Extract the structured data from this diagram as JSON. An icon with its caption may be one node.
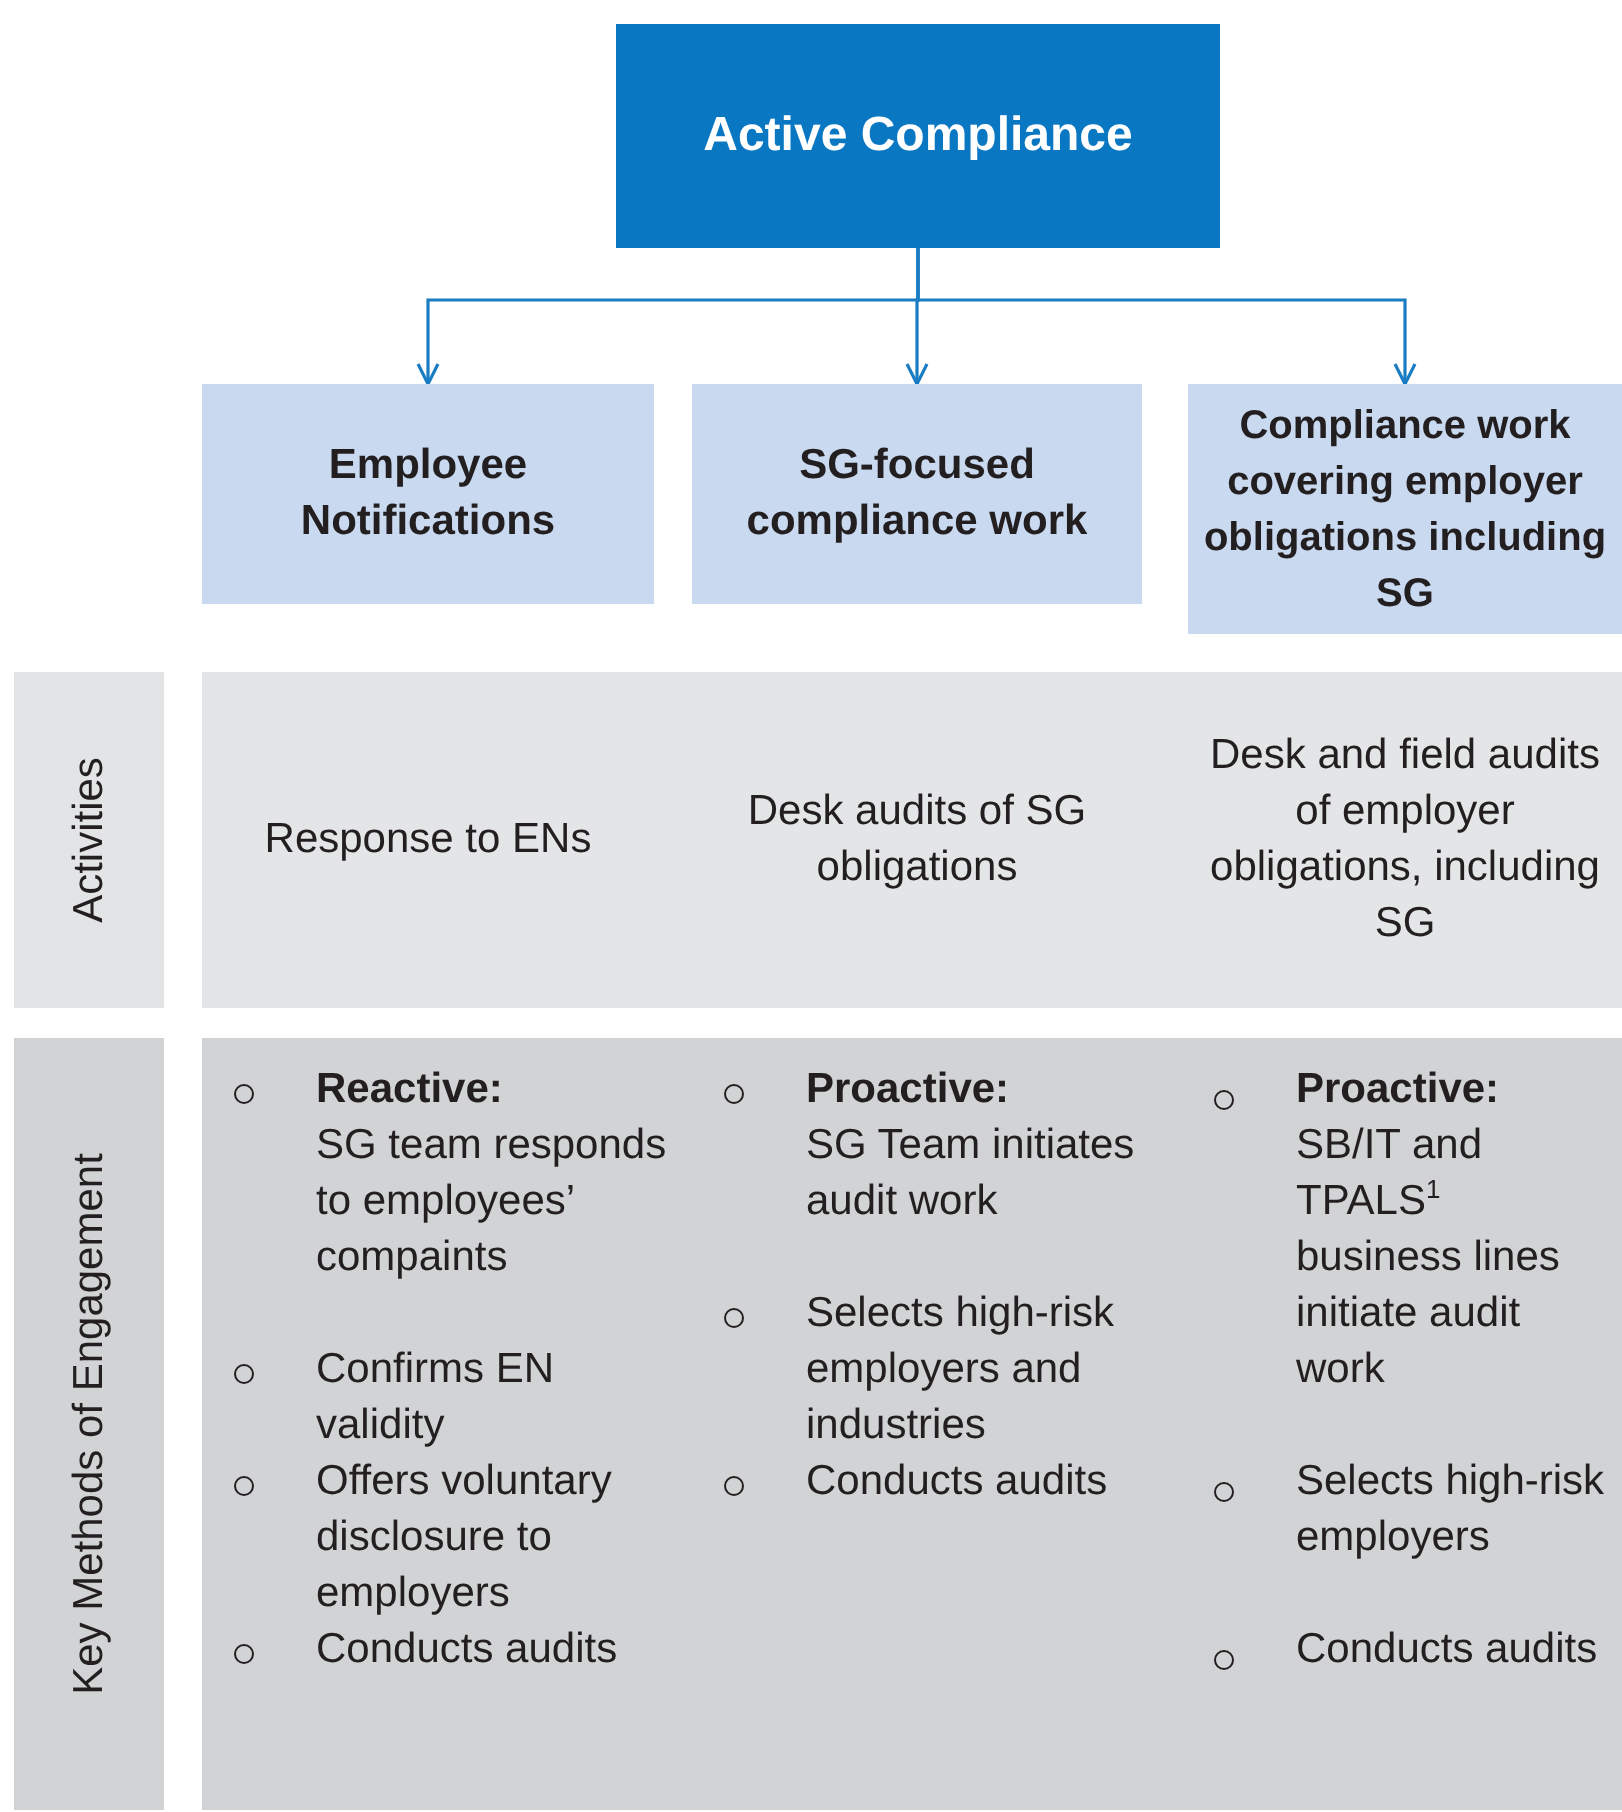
{
  "diagram": {
    "nodes": [
      {
        "text": [
          "Active Compliance"
        ]
      },
      {
        "text": [
          "Employee Notifications"
        ]
      },
      {
        "text": [
          "SG-focused compliance work"
        ]
      },
      {
        "text": [
          "Compliance work covering employer obligations including SG"
        ]
      },
      {
        "text": [
          "Activities"
        ]
      },
      {
        "text": [
          "Response to ENs",
          "Desk audits of SG obligations",
          "Desk and field audits of employer obligations, including SG"
        ]
      },
      {
        "text": [
          "Key Methods of Engagement"
        ]
      },
      {
        "text": [
          "**Reactive:** SG team responds to employees’ compaints",
          "Confirms EN validity",
          "Offers voluntary disclosure to employers",
          "Conducts audits",
          "**Proactive:** SG Team initiates audit work",
          "Selects high-risk employers and industries",
          "Conducts audits",
          "**Proactive:** SB/IT and TPALS$^{1}$ business lines initiate audit work",
          "Selects high-risk employers",
          "Conducts audits"
        ]
      }
    ],
    "edges": [
      {
        "from": 0,
        "to": 1,
        "arrow": "to"
      },
      {
        "from": 0,
        "to": 2,
        "arrow": "to"
      },
      {
        "from": 0,
        "to": 3,
        "arrow": "to"
      }
    ]
  }
}
